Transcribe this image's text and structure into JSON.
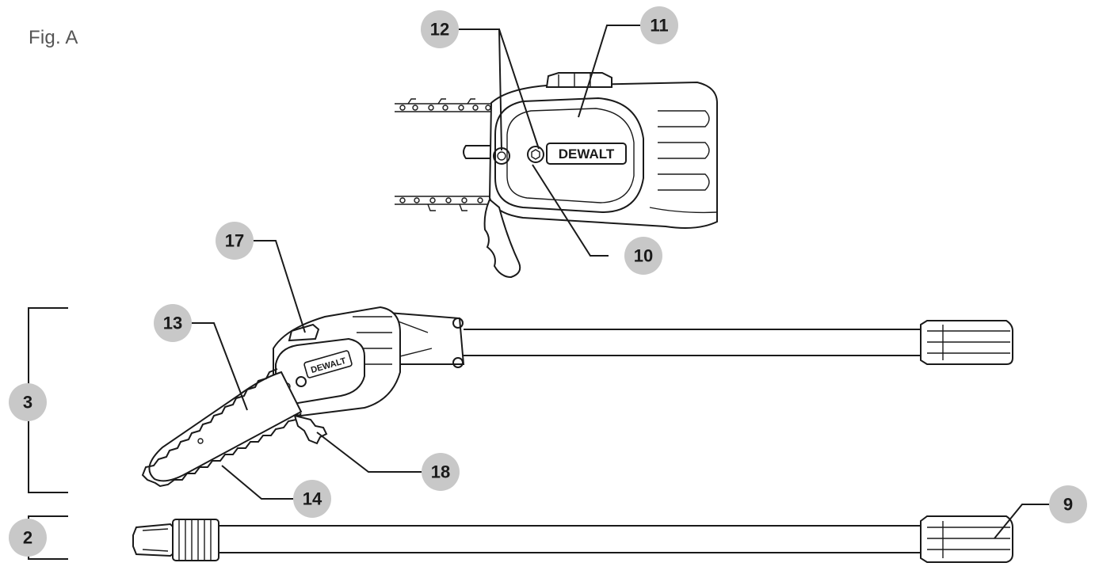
{
  "figure": {
    "title": "Fig. A",
    "brand": "DEWALT"
  },
  "callouts": {
    "c12": "12",
    "c11": "11",
    "c10": "10",
    "c17": "17",
    "c13": "13",
    "c3": "3",
    "c18": "18",
    "c14": "14",
    "c2": "2",
    "c9": "9"
  },
  "colors": {
    "callout_circle": "#c8c8c8",
    "line": "#1a1a1a",
    "background": "#ffffff"
  }
}
